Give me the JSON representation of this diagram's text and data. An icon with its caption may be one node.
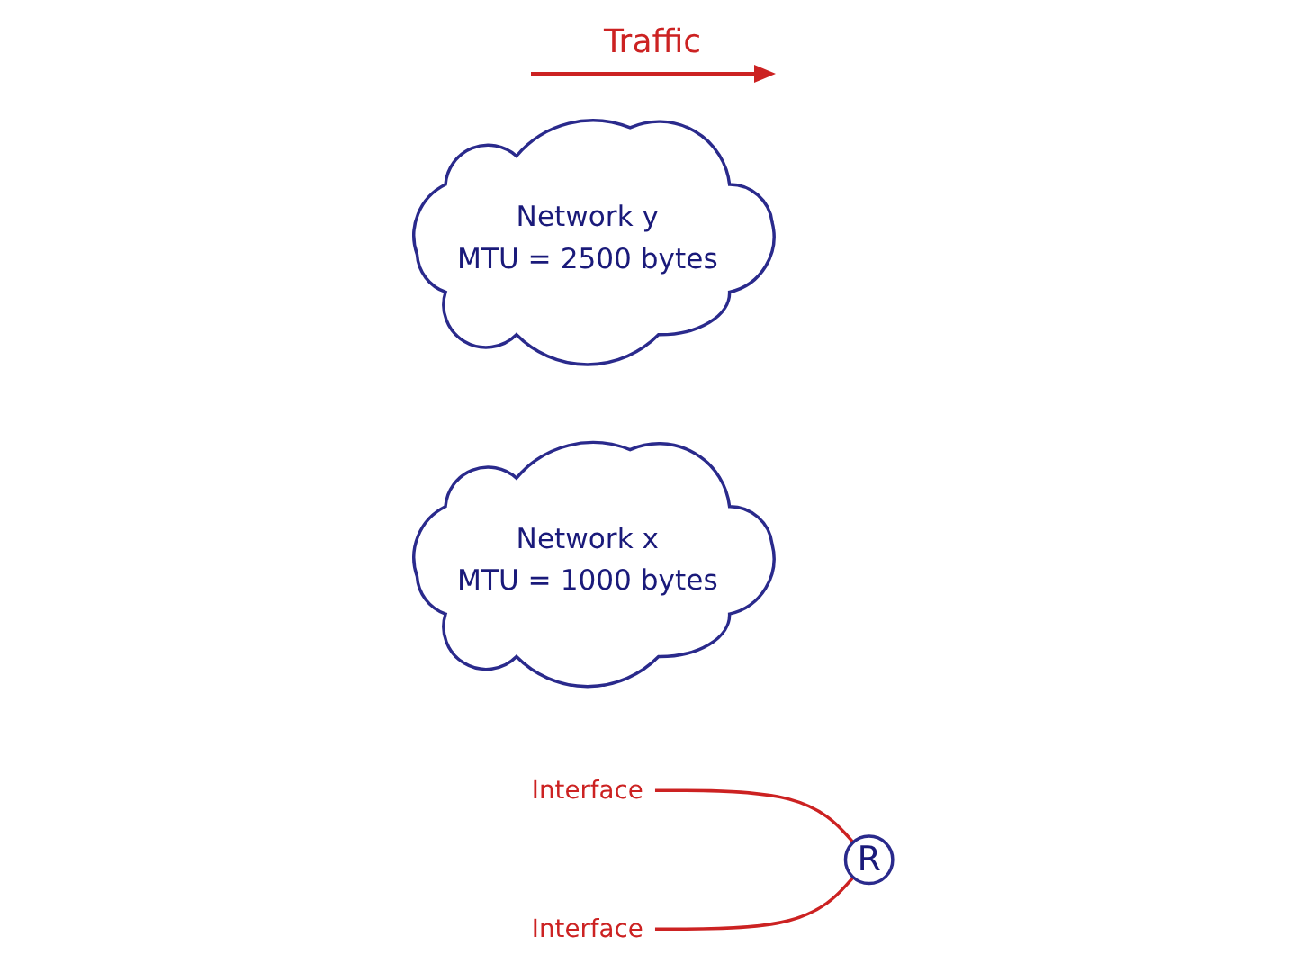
{
  "diagram": {
    "nodes": [
      {
        "text": [
          "Network y",
          "MTU = 2500 bytes"
        ]
      },
      {
        "text": [
          "R"
        ]
      },
      {
        "text": [
          "Network x",
          "MTU = 1000 bytes"
        ]
      },
      {
        "text": [
          "Interface"
        ]
      },
      {
        "text": [
          "Interface"
        ]
      }
    ],
    "edges": [
      {
        "from": 3,
        "to": 1,
        "arrow": "none",
        "color": "#cc2222"
      },
      {
        "from": 4,
        "to": 1,
        "arrow": "none",
        "color": "#cc2222"
      }
    ],
    "labels": [
      "Traffic"
    ]
  }
}
